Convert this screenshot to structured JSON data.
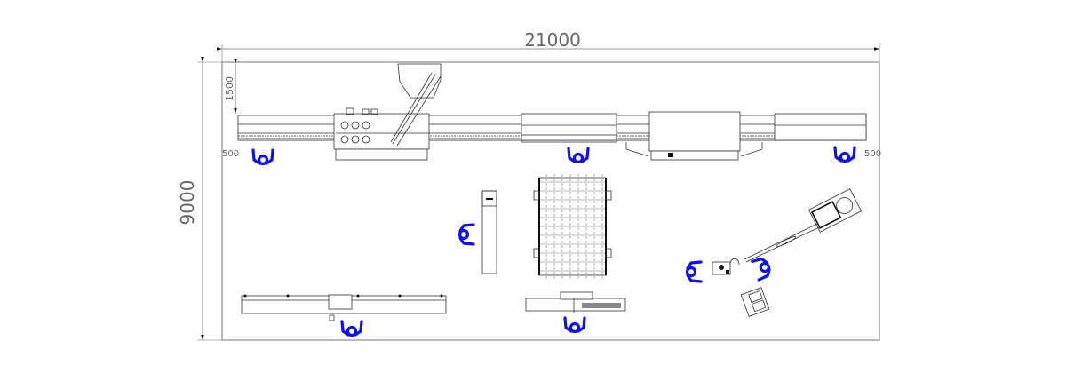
{
  "dimensions": {
    "overall_length": "21000",
    "overall_width": "9000",
    "offset_top": "1500",
    "offset_left": "500",
    "offset_right": "500"
  },
  "colors": {
    "operator": "#1010e8",
    "line": "#333333",
    "dimension_text": "#666666"
  },
  "operators_count": 8
}
